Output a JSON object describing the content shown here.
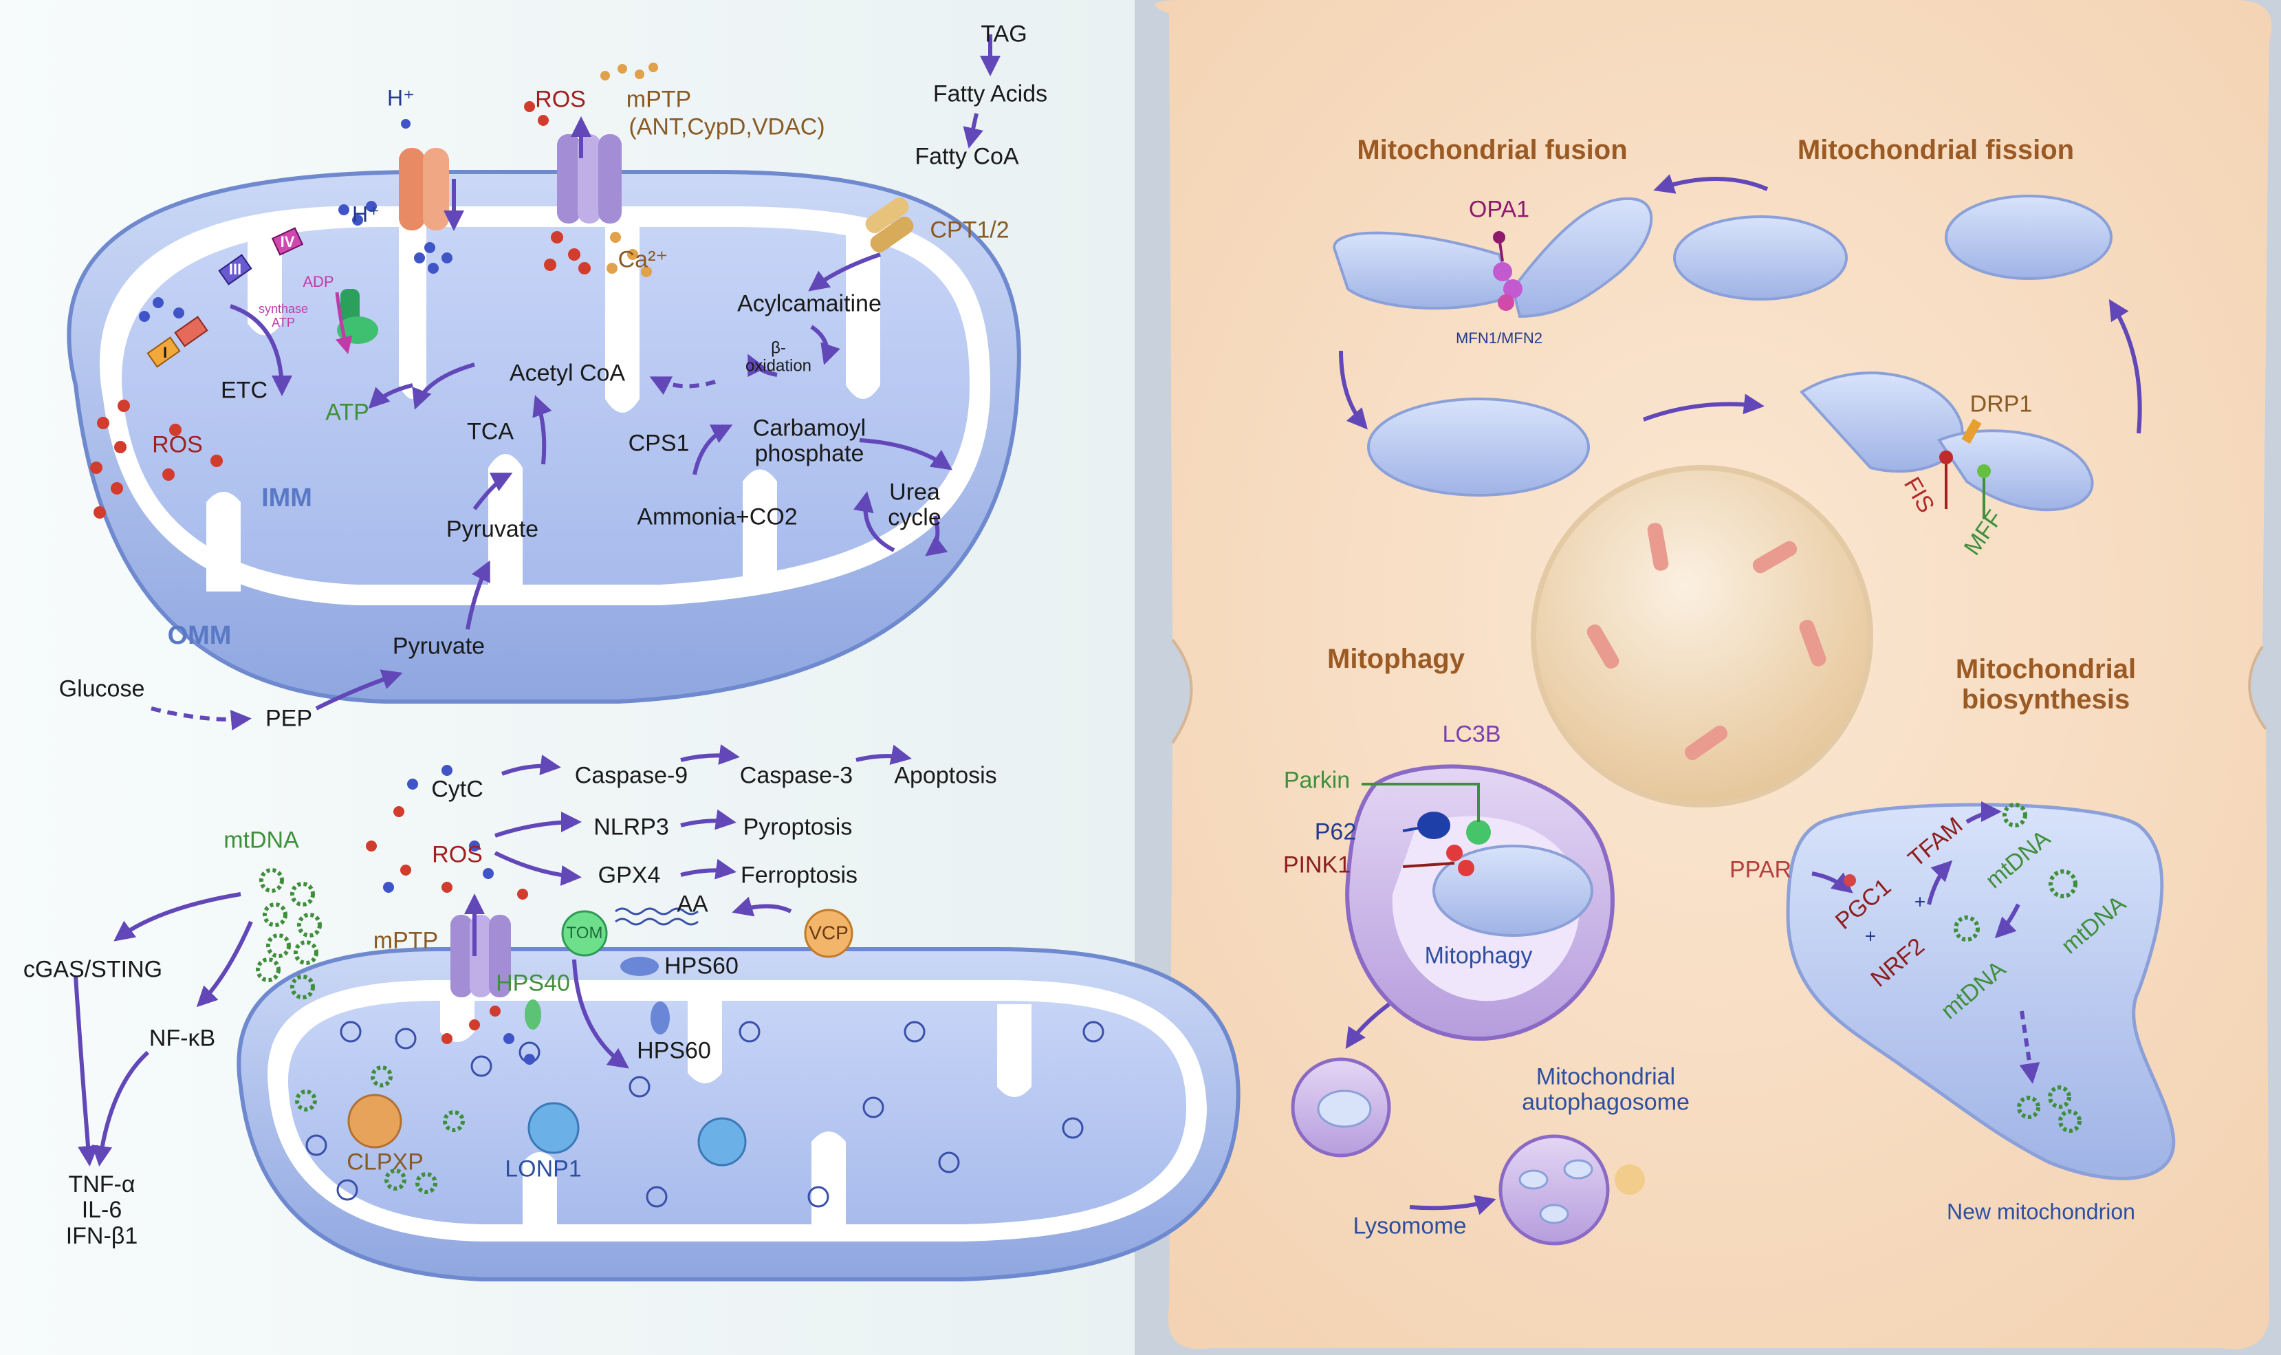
{
  "left_top": {
    "glucose": "Glucose",
    "pep": "PEP",
    "pyruvate_outer": "Pyruvate",
    "pyruvate_inner": "Pyruvate",
    "omm": "OMM",
    "imm": "IMM",
    "etc": "ETC",
    "ros_inner": "ROS",
    "atp": "ATP",
    "adp": "ADP",
    "synthase_atp": "synthase\nATP",
    "h_plus_top": "H⁺",
    "h_plus_inner": "H⁺",
    "ros_top": "ROS",
    "mptp": "mPTP",
    "mptp_components": "(ANT,CypD,VDAC)",
    "ca2": "Ca²⁺",
    "tag": "TAG",
    "fatty_acids": "Fatty Acids",
    "fatty_coa": "Fatty CoA",
    "cpt": "CPT1/2",
    "acylcarnitine": "Acylcamaitine",
    "beta_oxidation": "β-\noxidation",
    "acetyl_coa": "Acetyl CoA",
    "tca": "TCA",
    "cps1": "CPS1",
    "carbamoyl": "Carbamoyl\nphosphate",
    "ammonia": "Ammonia+CO2",
    "urea_cycle": "Urea\ncycle",
    "complex_i": "I",
    "complex_iii": "III",
    "complex_iv": "IV"
  },
  "left_bottom": {
    "cytc": "CytC",
    "caspase9": "Caspase-9",
    "caspase3": "Caspase-3",
    "apoptosis": "Apoptosis",
    "ros": "ROS",
    "nlrp3": "NLRP3",
    "pyroptosis": "Pyroptosis",
    "gpx4": "GPX4",
    "ferroptosis": "Ferroptosis",
    "mtdna": "mtDNA",
    "cgas": "cGAS/STING",
    "nfkb": "NF-κB",
    "cytokines": "TNF-α\nIL-6\nIFN-β1",
    "mptp": "mPTP",
    "tom": "TOM",
    "aa": "AA",
    "vcp": "VCP",
    "hps60_a": "HPS60",
    "hps60_b": "HPS60",
    "hps40": "HPS40",
    "clpxp": "CLPXP",
    "lonp1": "LONP1"
  },
  "right": {
    "fusion_title": "Mitochondrial fusion",
    "fission_title": "Mitochondrial fission",
    "opa1": "OPA1",
    "mfn": "MFN1/MFN2",
    "drp1": "DRP1",
    "fis": "FIS",
    "mff": "MFF",
    "mitophagy_title": "Mitophagy",
    "biosynthesis_title": "Mitochondrial\nbiosynthesis",
    "lc3b": "LC3B",
    "parkin": "Parkin",
    "p62": "P62",
    "pink1": "PINK1",
    "mitophagy_label": "Mitophagy",
    "autophagosome": "Mitochondrial\nautophagosome",
    "lysosome": "Lysomome",
    "ppar": "PPAR",
    "pgc1": "PGC1",
    "tfam": "TFAM",
    "nrf2": "NRF2",
    "mtdna_1": "mtDNA",
    "mtdna_2": "mtDNA",
    "mtdna_3": "mtDNA",
    "new_mito": "New mitochondrion",
    "plus_1": "+",
    "plus_2": "+"
  },
  "colors": {
    "matrix": "#b9c9f2",
    "membrane_edge": "#7f98da",
    "arrow": "#6247b8",
    "cell_bg": "#f7dfc6",
    "nucleus": "#f1d9b6",
    "neighbor_cell": "#c9d1dc"
  }
}
